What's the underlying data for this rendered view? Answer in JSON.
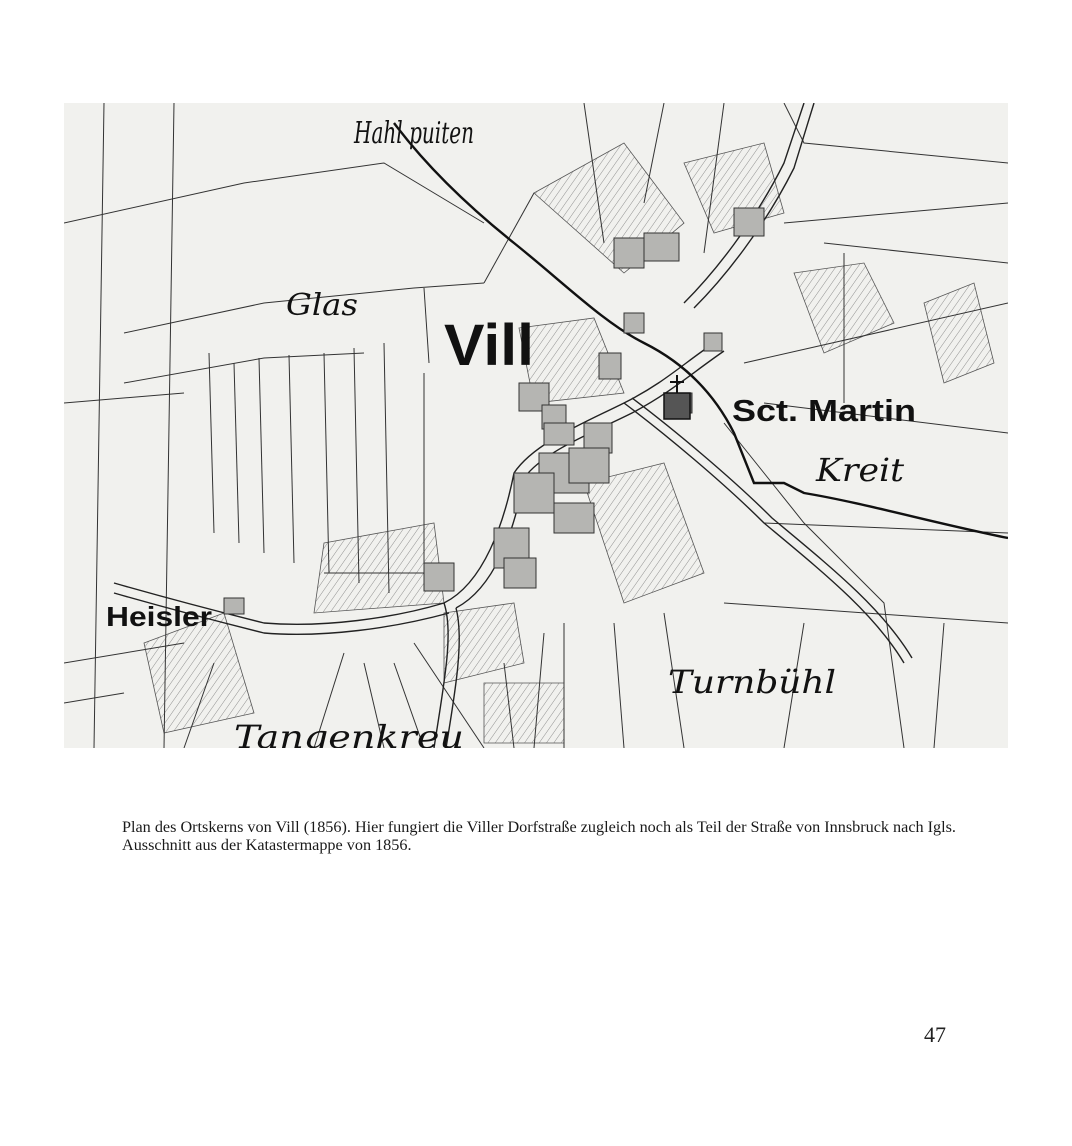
{
  "map": {
    "labels": {
      "vill": "Vill",
      "set_martin": "Sct. Martin",
      "heisler": "Heisler",
      "glas": "Glas",
      "hahl_puiten": "Hahl puiten",
      "kreit": "Kreit",
      "turnbuhl": "Turnbühl",
      "tangenkreu": "Tangenkreu"
    }
  },
  "caption": "Plan des Ortskerns von Vill (1856). Hier fungiert die Viller Dorfstraße zugleich noch als Teil der Straße von Innsbruck nach Igls. Ausschnitt aus der Katastermappe von 1856.",
  "page_number": "47"
}
